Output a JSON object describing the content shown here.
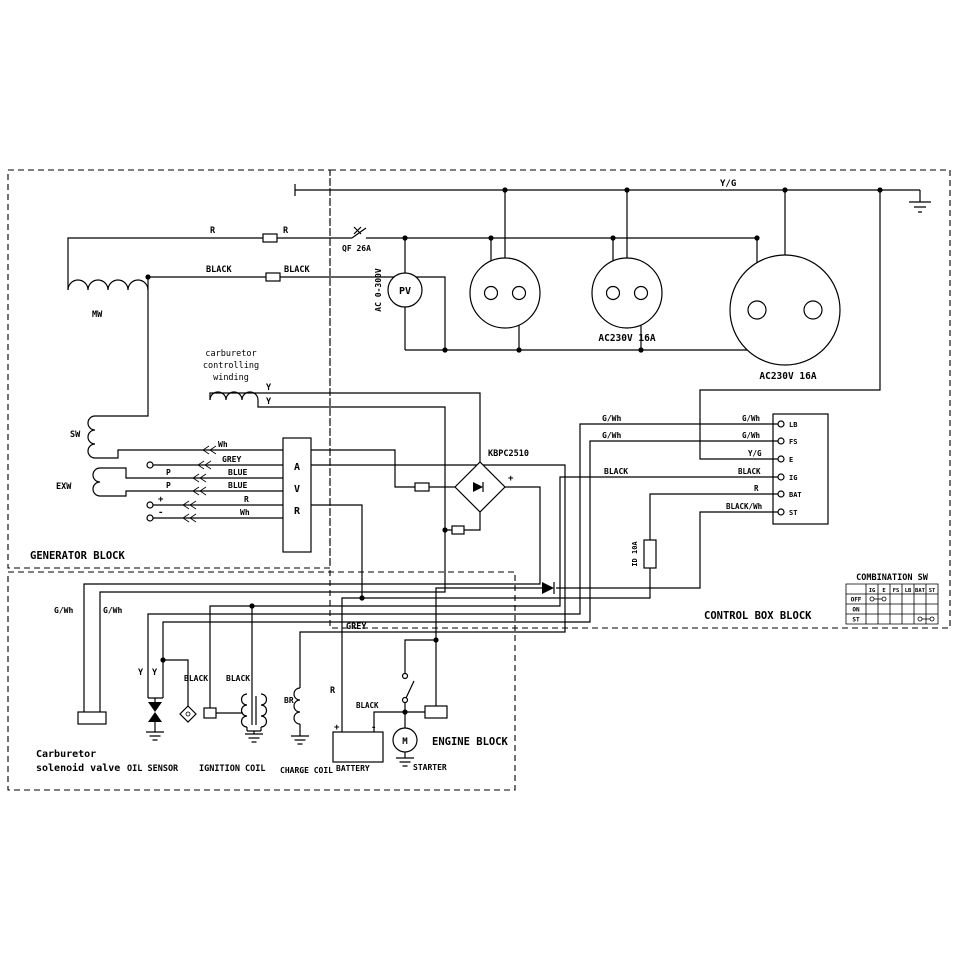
{
  "blocks": {
    "generator": "GENERATOR BLOCK",
    "control_box": "CONTROL BOX BLOCK",
    "engine": "ENGINE BLOCK"
  },
  "labels": {
    "yg_top": "Y/G",
    "r1": "R",
    "r2": "R",
    "qf": "QF 26A",
    "pv": "PV",
    "pv_range": "AC 0-300V",
    "black1": "BLACK",
    "black2": "BLACK",
    "mw": "MW",
    "ac230_1": "AC230V 16A",
    "ac230_2": "AC230V 16A",
    "carb_w1": "carburetor",
    "carb_w2": "controlling",
    "carb_w3": "winding",
    "y1": "Y",
    "y2": "Y",
    "sw": "SW",
    "exw": "EXW",
    "wh1": "Wh",
    "grey1": "GREY",
    "p1": "P",
    "blue1": "BLUE",
    "p2": "P",
    "blue2": "BLUE",
    "plus1": "+",
    "r3": "R",
    "minus1": "-",
    "wh2": "Wh",
    "avr1": "A",
    "avr2": "V",
    "avr3": "R",
    "kbpc": "KBPC2510",
    "kbpc_plus": "+",
    "gwh1": "G/Wh",
    "gwh2": "G/Wh",
    "black3": "BLACK",
    "fuse": "ID 10A",
    "gwh3": "G/Wh",
    "gwh4": "G/Wh",
    "y3": "Y",
    "y4": "Y",
    "black4": "BLACK",
    "black5": "BLACK",
    "br": "BR",
    "grey2": "GREY",
    "r4": "R",
    "black6": "BLACK",
    "carb_sol1": "Carburetor",
    "carb_sol2": "solenoid valve",
    "oil_sensor": "OIL SENSOR",
    "ignition_coil": "IGNITION COIL",
    "charge_coil": "CHARGE COIL",
    "battery": "BATTERY",
    "starter": "STARTER",
    "motor": "M",
    "bat_plus": "+",
    "bat_minus": "-"
  },
  "terminal_block": {
    "terminals": [
      {
        "name": "LB",
        "wire": "G/Wh"
      },
      {
        "name": "FS",
        "wire": "G/Wh"
      },
      {
        "name": "E",
        "wire": "Y/G"
      },
      {
        "name": "IG",
        "wire": "BLACK"
      },
      {
        "name": "BAT",
        "wire": "R"
      },
      {
        "name": "ST",
        "wire": "BLACK/Wh"
      }
    ]
  },
  "combination_sw": {
    "title": "COMBINATION SW",
    "columns": [
      "IG",
      "E",
      "FS",
      "LB",
      "BAT",
      "ST"
    ],
    "rows": [
      "OFF",
      "ON",
      "ST"
    ],
    "connections": [
      {
        "row": "OFF",
        "between": [
          "IG",
          "E"
        ]
      },
      {
        "row": "ST",
        "between": [
          "BAT",
          "ST"
        ]
      }
    ]
  }
}
